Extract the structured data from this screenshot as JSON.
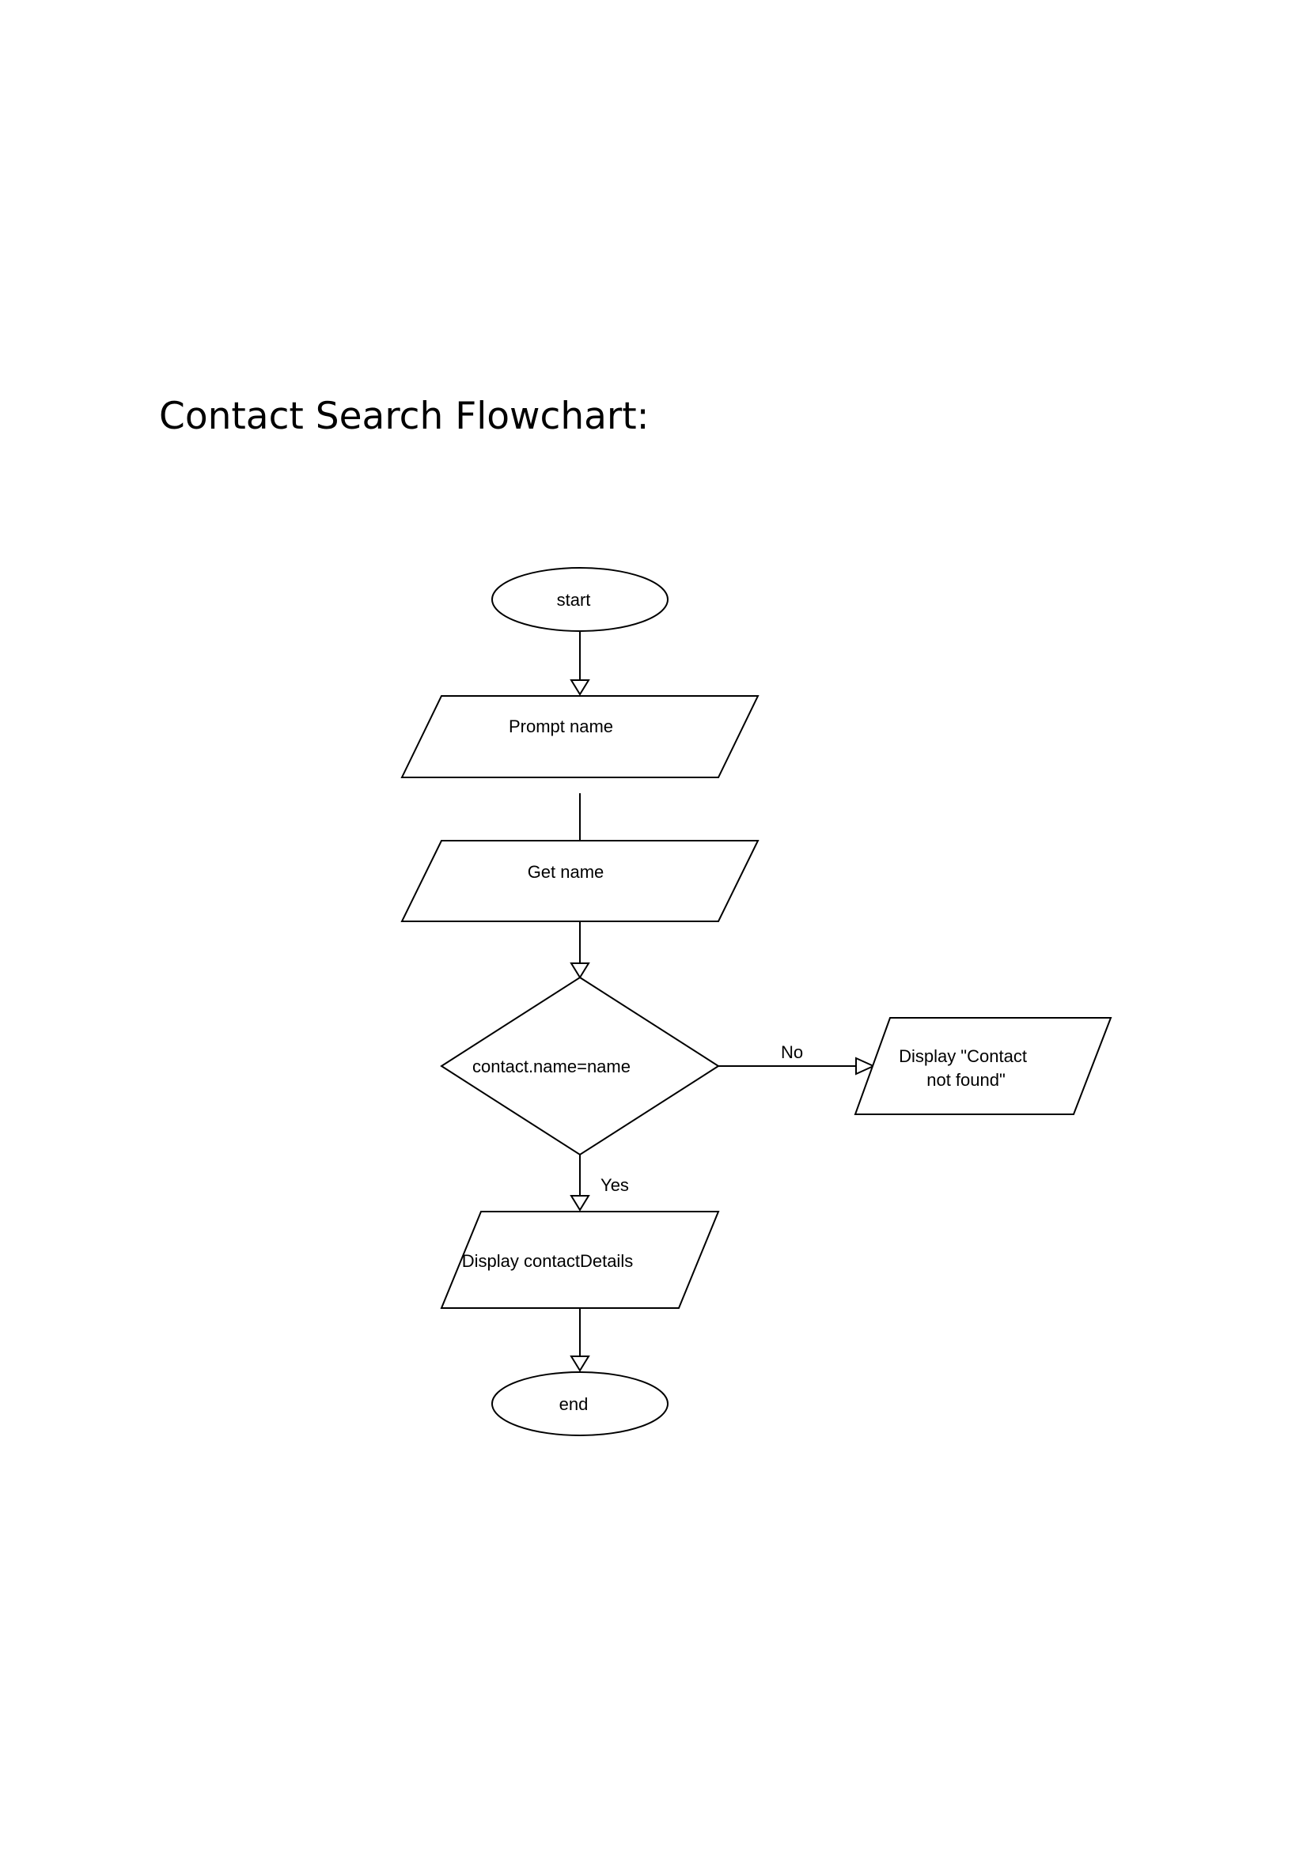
{
  "title": "Contact Search Flowchart:",
  "nodes": {
    "start": {
      "shape": "terminal",
      "label": "start"
    },
    "prompt_name": {
      "shape": "input-output",
      "label": "Prompt name"
    },
    "get_name": {
      "shape": "input-output",
      "label": "Get name"
    },
    "decision": {
      "shape": "decision",
      "label": "contact.name=name"
    },
    "not_found": {
      "shape": "input-output",
      "label_line1": "Display \"Contact",
      "label_line2": "not found\""
    },
    "display_details": {
      "shape": "input-output",
      "label": "Display contactDetails"
    },
    "end": {
      "shape": "terminal",
      "label": "end"
    }
  },
  "edges": {
    "no_label": "No",
    "yes_label": "Yes"
  }
}
